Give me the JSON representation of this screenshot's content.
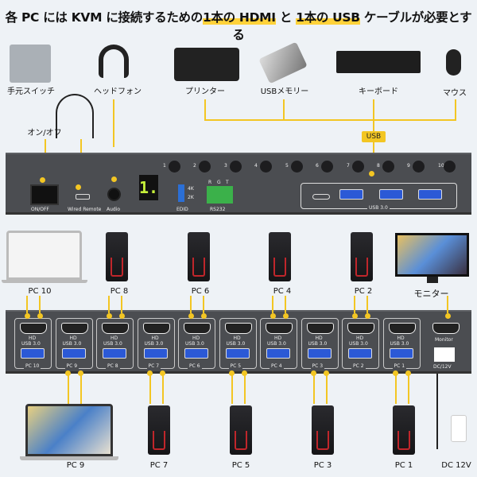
{
  "title": {
    "part1": "各 PC には KVM に接続するための",
    "hl1": "1本の HDMI",
    "part2": " と ",
    "hl2": "1本の USB",
    "part3": " ケーブルが必要とする"
  },
  "devices": [
    {
      "label": "手元スイッチ",
      "icon": "wired-remote-icon"
    },
    {
      "label": "ヘッドフォン",
      "icon": "headphones-icon"
    },
    {
      "label": "プリンター",
      "icon": "printer-icon"
    },
    {
      "label": "USBメモリー",
      "icon": "usb-drive-icon"
    },
    {
      "label": "キーボード",
      "icon": "keyboard-icon"
    },
    {
      "label": "マウス",
      "icon": "mouse-icon"
    }
  ],
  "onoff_label": "オン/オフ",
  "usb_tag": "USB",
  "back_panel": {
    "onoff": "ON/OFF",
    "wired_remote": "Wired Remote",
    "audio": "Audio",
    "display_digit": "1.",
    "buttons": [
      "1",
      "2",
      "3",
      "4",
      "5",
      "6",
      "7",
      "8",
      "9",
      "10"
    ],
    "edid": "EDID",
    "edid_4k": "4K",
    "edid_2k": "2K",
    "rs232": "RS232",
    "rgt": [
      "R",
      "G",
      "T"
    ],
    "usb30": "USB 3.0"
  },
  "front_panel": {
    "hd": "HD",
    "usb30": "USB 3.0",
    "ports": [
      "PC 10",
      "PC 9",
      "PC 8",
      "PC 7",
      "PC 6",
      "PC 5",
      "PC 4",
      "PC 3",
      "PC 2",
      "PC 1"
    ],
    "monitor": "Monitor",
    "dc": "DC/12V"
  },
  "top_row": [
    "PC 10",
    "PC 8",
    "PC 6",
    "PC 4",
    "PC 2",
    "モニター"
  ],
  "bottom_row": [
    "PC 9",
    "PC 7",
    "PC 5",
    "PC 3",
    "PC 1",
    "DC 12V"
  ],
  "colors": {
    "accent": "#f3c623",
    "panel": "#4b4d51",
    "usb_blue": "#2b59d6"
  }
}
